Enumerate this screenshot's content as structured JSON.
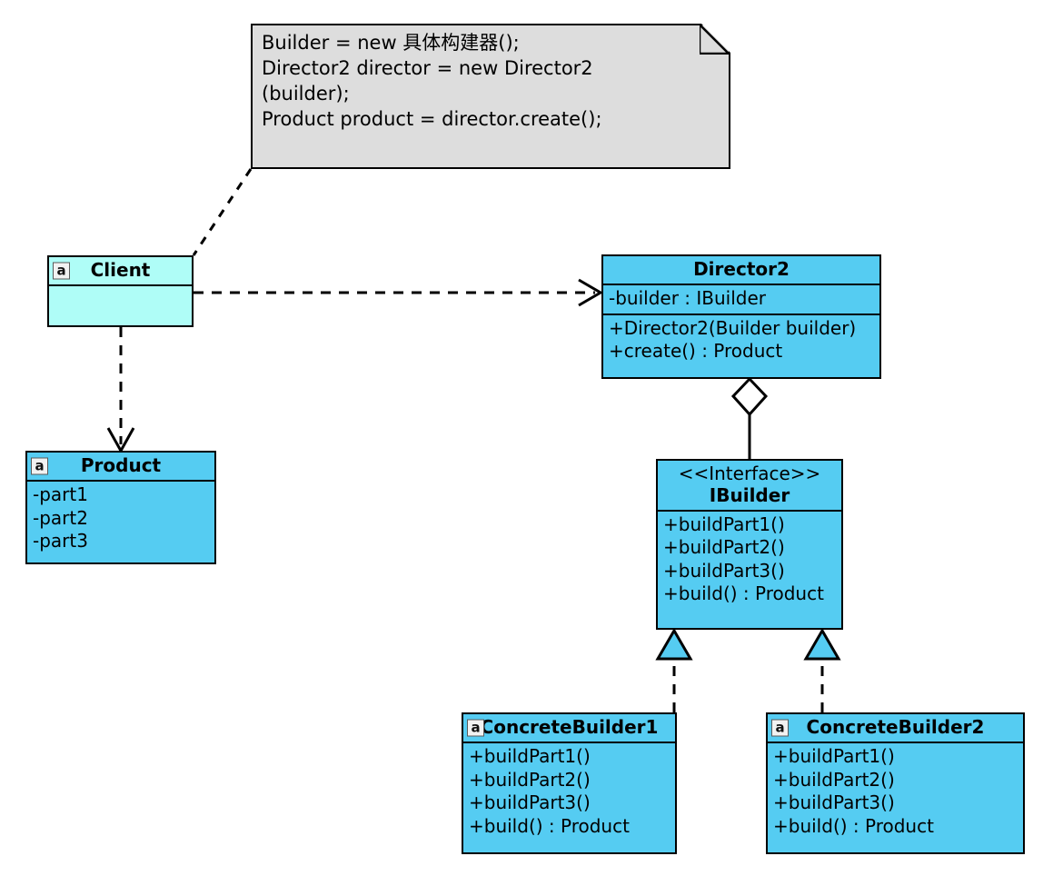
{
  "diagram": {
    "title": "Builder pattern UML class diagram",
    "colors": {
      "class_fill": "#55CCF2",
      "client_fill": "#AFFDF7",
      "note_fill": "#DDDDDD",
      "stroke": "#000000",
      "page_background": "#FFFFFF"
    }
  },
  "note": {
    "icon": "note-fold-icon",
    "lines": [
      "Builder = new 具体构建器();",
      "Director2 director = new Director2",
      "(builder);",
      "Product product = director.create();"
    ]
  },
  "classes": {
    "client": {
      "badge": "a",
      "name": "Client",
      "members": []
    },
    "product": {
      "badge": "a",
      "name": "Product",
      "attributes": [
        "-part1",
        "-part2",
        "-part3"
      ]
    },
    "director2": {
      "name": "Director2",
      "attributes": [
        "-builder : IBuilder"
      ],
      "operations": [
        "+Director2(Builder builder)",
        "+create() : Product"
      ]
    },
    "ibuilder": {
      "stereotype": "<<Interface>>",
      "name": "IBuilder",
      "operations": [
        "+buildPart1()",
        "+buildPart2()",
        "+buildPart3()",
        "+build() : Product"
      ]
    },
    "concrete_builder_1": {
      "badge": "a",
      "name": "ConcreteBuilder1",
      "operations": [
        "+buildPart1()",
        "+buildPart2()",
        "+buildPart3()",
        "+build() : Product"
      ]
    },
    "concrete_builder_2": {
      "badge": "a",
      "name": "ConcreteBuilder2",
      "operations": [
        "+buildPart1()",
        "+buildPart2()",
        "+buildPart3()",
        "+build() : Product"
      ]
    }
  },
  "relationships": [
    {
      "id": "note-anchor",
      "kind": "note-link",
      "from": "note",
      "to": "client",
      "line": "dashed",
      "head": "none"
    },
    {
      "id": "client-director2",
      "kind": "dependency",
      "from": "client",
      "to": "director2",
      "line": "dashed",
      "head": "open-arrow"
    },
    {
      "id": "client-product",
      "kind": "dependency",
      "from": "client",
      "to": "product",
      "line": "dashed",
      "head": "open-arrow"
    },
    {
      "id": "director2-ibuilder",
      "kind": "aggregation",
      "from": "director2",
      "to": "ibuilder",
      "line": "solid",
      "head": "hollow-diamond"
    },
    {
      "id": "cb1-ibuilder",
      "kind": "realization",
      "from": "concrete_builder_1",
      "to": "ibuilder",
      "line": "dashed",
      "head": "hollow-triangle"
    },
    {
      "id": "cb2-ibuilder",
      "kind": "realization",
      "from": "concrete_builder_2",
      "to": "ibuilder",
      "line": "dashed",
      "head": "hollow-triangle"
    }
  ]
}
